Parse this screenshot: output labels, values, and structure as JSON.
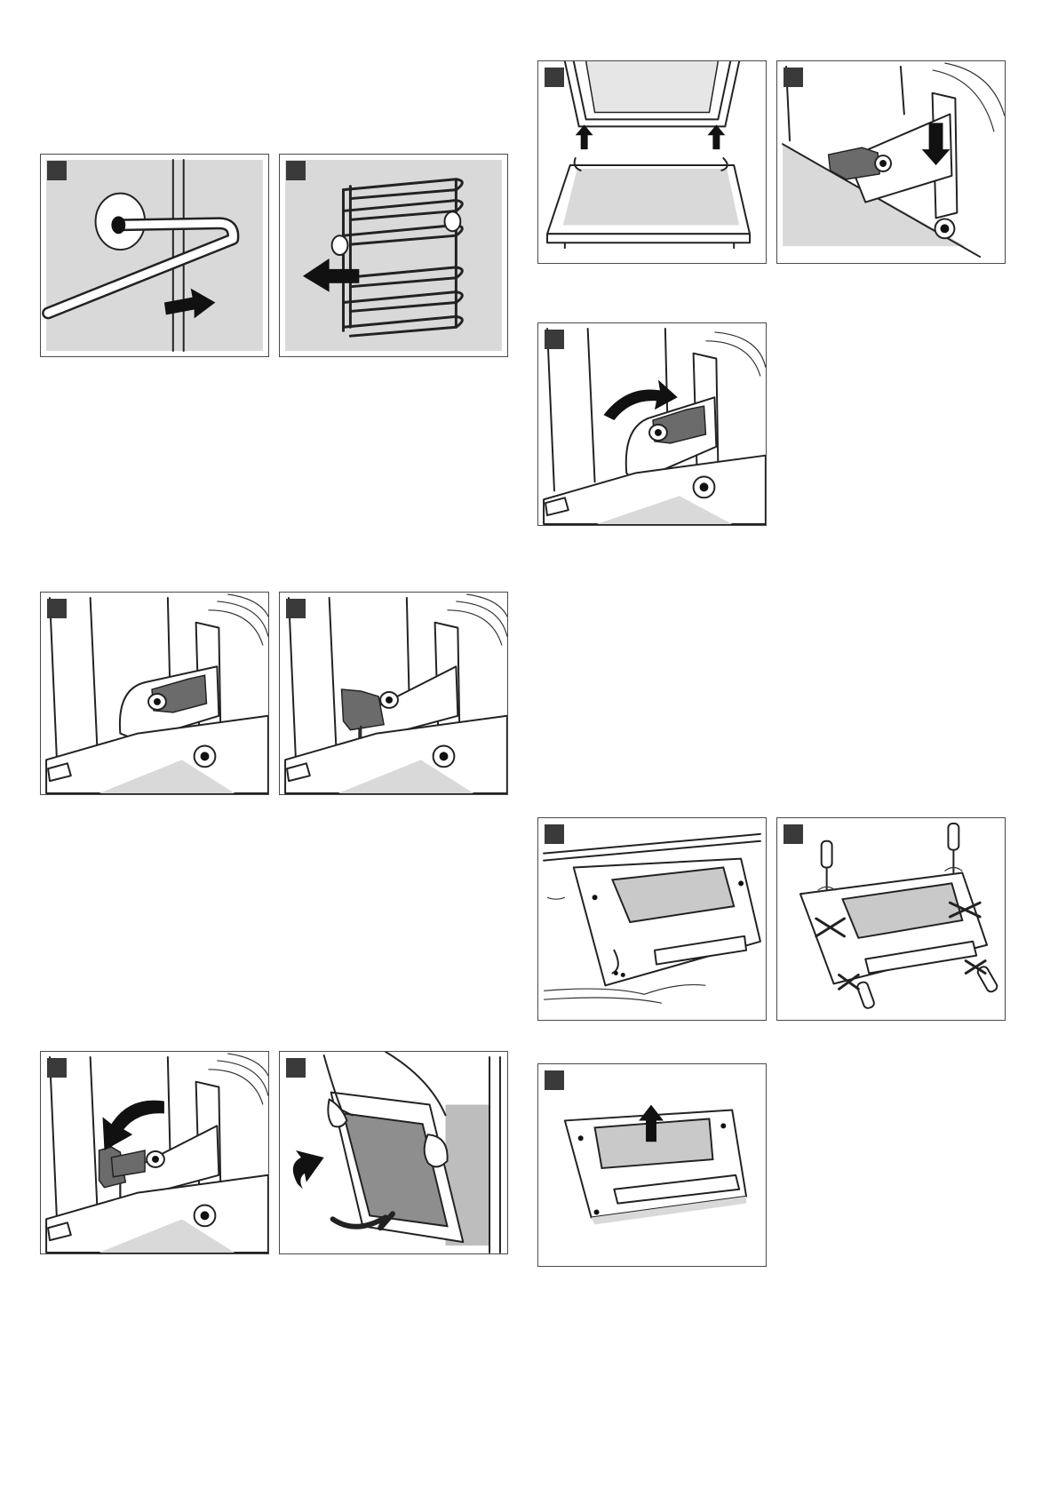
{
  "page": {
    "description_free": true,
    "colors": {
      "marker": "#3a3a3a",
      "panel_border": "#4a4a4a",
      "shade": "#d9d9d9",
      "latch": "#6b6b6b",
      "arrow": "#111111"
    }
  },
  "figures": [
    {
      "id": "fig-rail-unhook",
      "icons": [
        "step-marker",
        "push-right-arrow"
      ]
    },
    {
      "id": "fig-rack-remove",
      "icons": [
        "step-marker",
        "pull-left-arrow"
      ]
    },
    {
      "id": "fig-hinge-lever-closed",
      "icons": [
        "step-marker"
      ]
    },
    {
      "id": "fig-hinge-lever-open",
      "icons": [
        "step-marker"
      ]
    },
    {
      "id": "fig-hinge-lever-down",
      "icons": [
        "step-marker",
        "rotate-down-arrow"
      ]
    },
    {
      "id": "fig-door-lift-off",
      "icons": [
        "step-marker",
        "lift-arrow"
      ]
    },
    {
      "id": "fig-door-glass-lift",
      "icons": [
        "step-marker",
        "up-arrow"
      ]
    },
    {
      "id": "fig-hinge-slot-insert",
      "icons": [
        "step-marker",
        "down-arrow"
      ]
    },
    {
      "id": "fig-hinge-lever-close-back",
      "icons": [
        "step-marker",
        "rotate-up-arrow"
      ]
    },
    {
      "id": "fig-door-panel-flat",
      "icons": [
        "step-marker"
      ]
    },
    {
      "id": "fig-door-screws",
      "icons": [
        "step-marker",
        "screwdriver-icon",
        "cross-mark-icon"
      ]
    },
    {
      "id": "fig-glass-pane-remove",
      "icons": [
        "step-marker",
        "up-arrow"
      ]
    }
  ]
}
